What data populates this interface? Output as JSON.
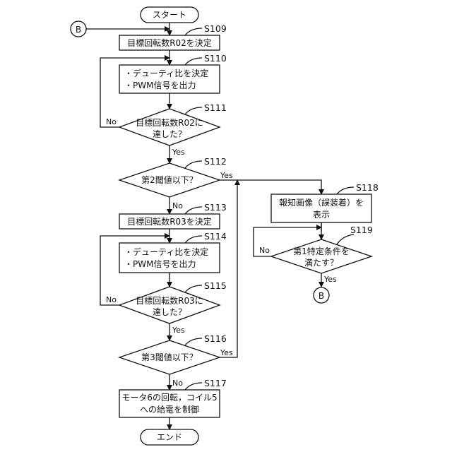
{
  "start": "スタート",
  "end": "エンド",
  "connector": "B",
  "yes": "Yes",
  "no": "No",
  "steps": {
    "s109": {
      "label": "S109",
      "text": "目標回転数R02を決定"
    },
    "s110": {
      "label": "S110",
      "line1": "・デューティ比を決定",
      "line2": "・PWM信号を出力"
    },
    "s111": {
      "label": "S111",
      "line1": "目標回転数R02に",
      "line2": "達した？"
    },
    "s112": {
      "label": "S112",
      "text": "第2閾値以下？"
    },
    "s113": {
      "label": "S113",
      "text": "目標回転数R03を決定"
    },
    "s114": {
      "label": "S114",
      "line1": "・デューティ比を決定",
      "line2": "・PWM信号を出力"
    },
    "s115": {
      "label": "S115",
      "line1": "目標回転数R03に",
      "line2": "達した？"
    },
    "s116": {
      "label": "S116",
      "text": "第3閾値以下？"
    },
    "s117": {
      "label": "S117",
      "line1": "モータ6の回転，コイル5",
      "line2": "への給電を制御"
    },
    "s118": {
      "label": "S118",
      "line1": "報知画像（誤装着）を",
      "line2": "表示"
    },
    "s119": {
      "label": "S119",
      "line1": "第1特定条件を",
      "line2": "満たす？"
    }
  }
}
